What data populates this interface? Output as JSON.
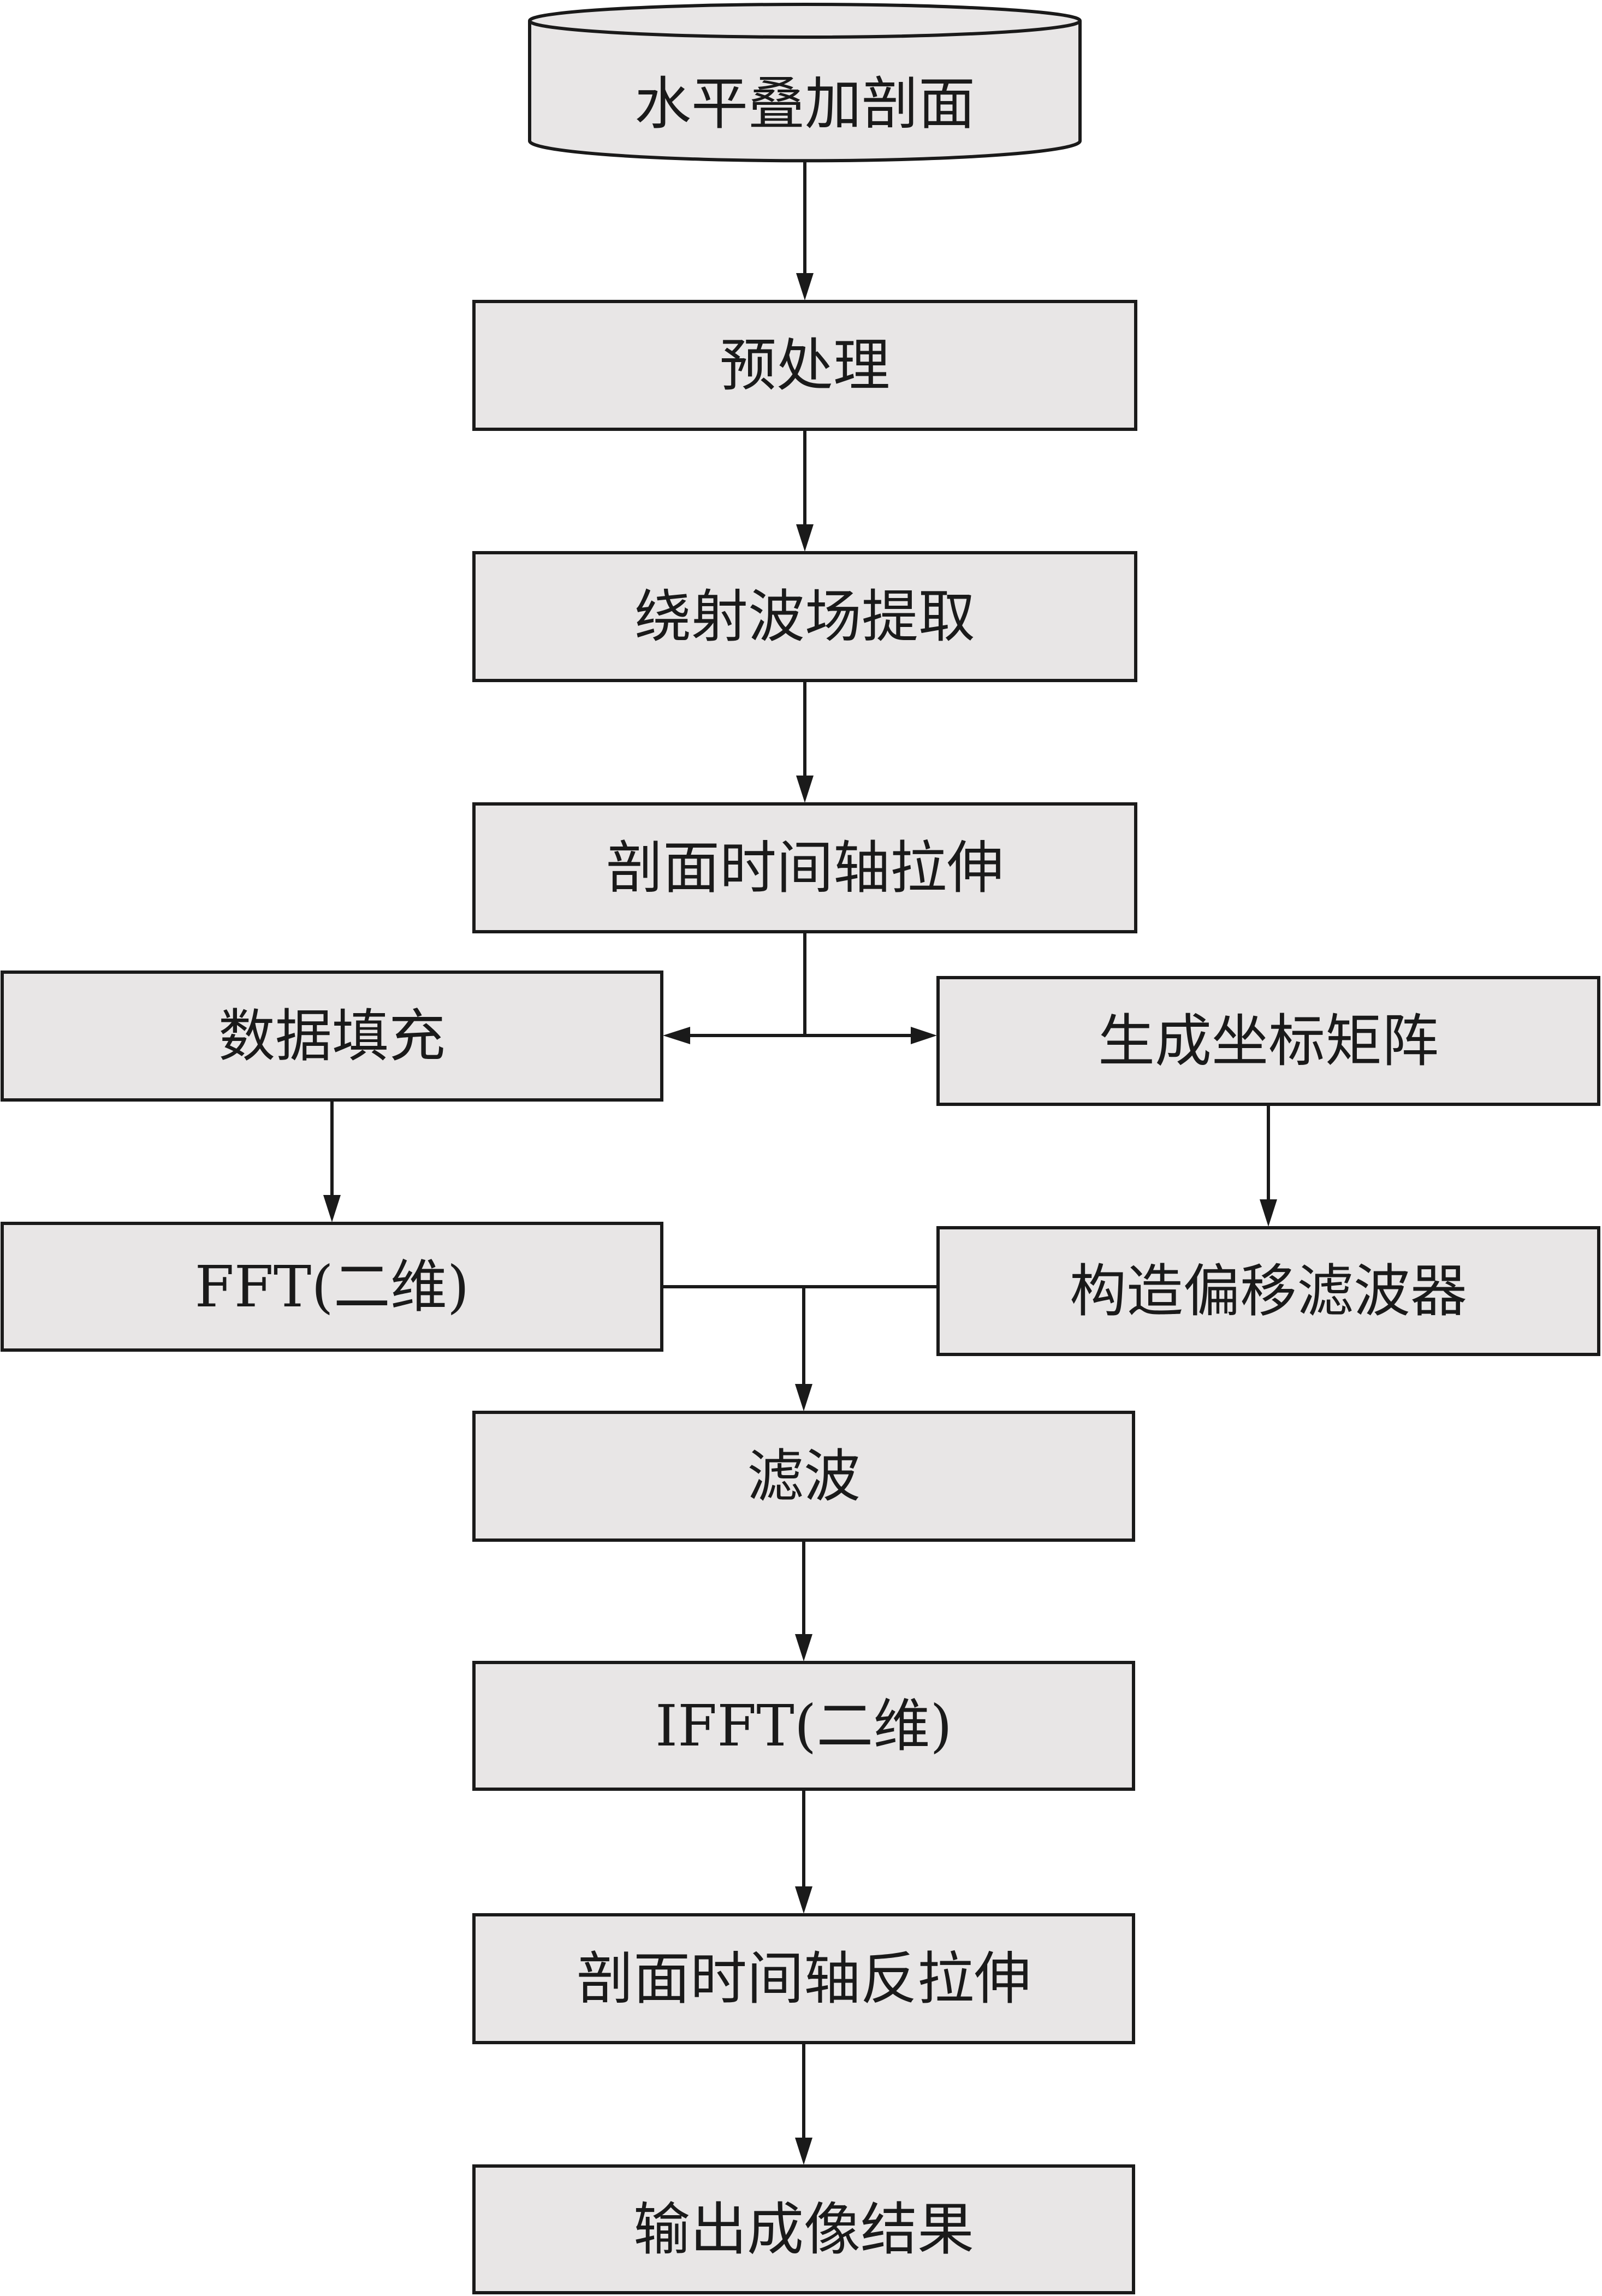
{
  "diagram": {
    "colors": {
      "box_fill": "#e8e6e6",
      "stroke": "#1a1a1a",
      "background": "#ffffff"
    },
    "nodes": {
      "stacked_section": "水平叠加剖面",
      "preprocessing": "预处理",
      "diffraction_extraction": "绕射波场提取",
      "time_axis_stretch": "剖面时间轴拉伸",
      "data_padding": "数据填充",
      "coordinate_matrix": "生成坐标矩阵",
      "fft_2d": "FFT(二维)",
      "migration_filter": "构造偏移滤波器",
      "filtering": "滤波",
      "ifft_2d": "IFFT(二维)",
      "inverse_stretch": "剖面时间轴反拉伸",
      "output_result": "输出成像结果"
    }
  }
}
